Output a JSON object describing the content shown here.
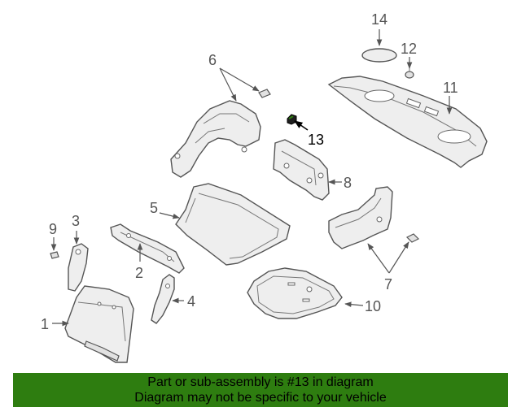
{
  "callouts": {
    "c1": "1",
    "c2": "2",
    "c3": "3",
    "c4": "4",
    "c5": "5",
    "c6": "6",
    "c7": "7",
    "c8": "8",
    "c9": "9",
    "c10": "10",
    "c11": "11",
    "c12": "12",
    "c13": "13",
    "c14": "14"
  },
  "highlight_color": "#2e7d10",
  "banner": {
    "line1": "Part or sub-assembly is #13 in diagram",
    "line2": "Diagram may not be specific to your vehicle"
  }
}
